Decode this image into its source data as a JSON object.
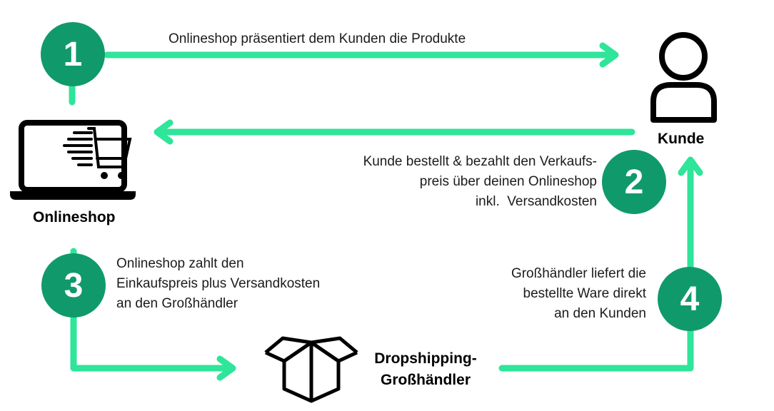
{
  "colors": {
    "accent_arrow": "#2ee59a",
    "circle_fill": "#109a6b",
    "icon": "#000000"
  },
  "steps": [
    {
      "number": "1",
      "text": "Onlineshop präsentiert dem Kunden die Produkte"
    },
    {
      "number": "2",
      "lines": [
        "Kunde bestellt & bezahlt den Verkaufs-",
        "preis über deinen Onlineshop",
        "inkl.  Versandkosten"
      ]
    },
    {
      "number": "3",
      "lines": [
        "Onlineshop zahlt den",
        "Einkaufspreis plus Versandkosten",
        "an den Großhändler"
      ]
    },
    {
      "number": "4",
      "lines": [
        "Großhändler liefert die",
        "bestellte Ware direkt",
        "an den Kunden"
      ]
    }
  ],
  "nodes": {
    "onlineshop": {
      "label": "Onlineshop",
      "icon": "laptop-cart-icon"
    },
    "kunde": {
      "label": "Kunde",
      "icon": "person-icon"
    },
    "grosshaendler": {
      "lines": [
        "Dropshipping-",
        "Großhändler"
      ],
      "icon": "box-icon"
    }
  }
}
